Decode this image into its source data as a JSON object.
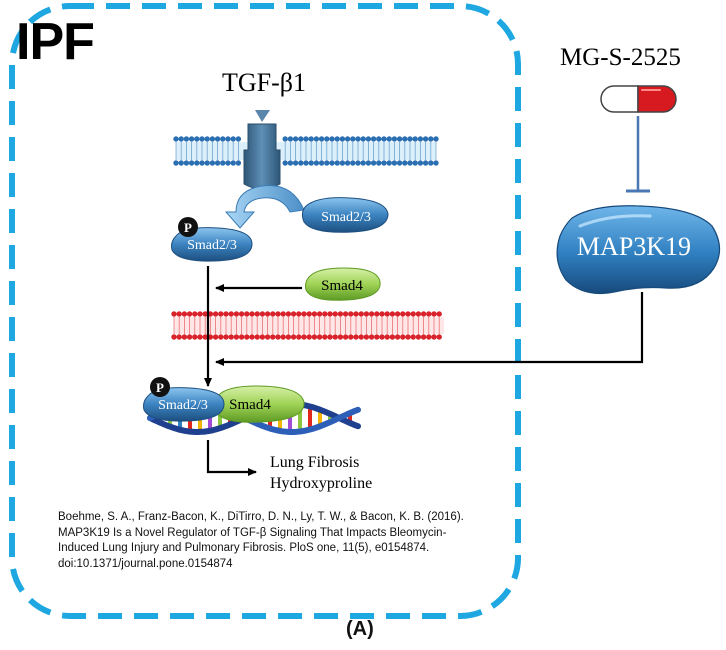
{
  "figure": {
    "region_label": "IPF",
    "ligand_label": "TGF-β1",
    "drug_label": "MG-S-2525",
    "kinase_label": "MAP3K19",
    "smad23_label": "Smad2/3",
    "smad23_phospho_label": "Smad2/3",
    "smad4_label": "Smad4",
    "complex_smad23_label": "Smad2/3",
    "complex_smad4_label": "Smad4",
    "phospho_label": "P",
    "outcomes": [
      "Lung Fibrosis",
      "Hydroxyproline"
    ],
    "panel_label": "(A)"
  },
  "reference": {
    "lines": [
      "Boehme, S. A., Franz-Bacon, K., DiTirro, D. N., Ly, T. W., & Bacon, K. B. (2016).",
      "MAP3K19 Is a Novel Regulator of TGF-β Signaling That Impacts Bleomycin-",
      "Induced Lung Injury and Pulmonary Fibrosis. PloS one, 11(5), e0154874.",
      "doi:10.1371/journal.pone.0154874"
    ]
  },
  "colors": {
    "dashed_border": "#1ea7e1",
    "cell_membrane": "#2b6fb3",
    "cell_membrane_fill": "#bfe4f7",
    "nuclear_membrane": "#d9232b",
    "nuclear_membrane_fill": "#ffd4d4",
    "receptor": "#3e6d92",
    "smad23": "#3b83c0",
    "smad4": "#8cc63f",
    "map3k19": "#2e7fbf",
    "capsule_red": "#d71920",
    "inhibition_line": "#4a78b5"
  }
}
